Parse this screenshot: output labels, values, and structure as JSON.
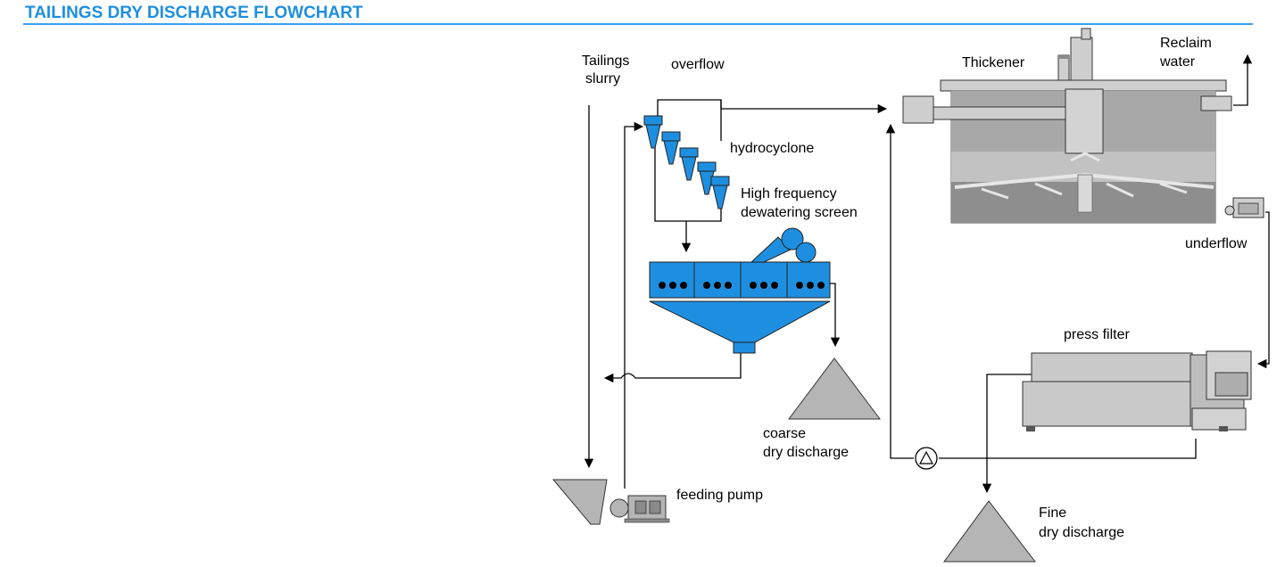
{
  "title": "TAILINGS DRY DISCHARGE FLOWCHART",
  "labels": {
    "tailings_slurry": [
      "Tailings",
      "slurry"
    ],
    "overflow": "overflow",
    "hydrocyclone": "hydrocyclone",
    "screen": [
      "High frequency",
      "dewatering screen"
    ],
    "thickener": "Thickener",
    "reclaim_water": [
      "Reclaim",
      "water"
    ],
    "underflow": "underflow",
    "press_filter": "press filter",
    "coarse": [
      "coarse",
      "dry discharge"
    ],
    "fine": [
      "Fine",
      "dry discharge"
    ],
    "feeding_pump": "feeding pump"
  },
  "colors": {
    "title": "#1e8fe0",
    "equipment_blue": "#1e8fe0",
    "equipment_gray": "#b5b5b5",
    "dark_gray": "#8a8a8a"
  },
  "icons": [
    "arrow-icon",
    "pump-icon",
    "hopper-icon",
    "hydrocyclone-icon",
    "screen-icon",
    "thickener-icon",
    "press-filter-icon",
    "pile-icon"
  ]
}
